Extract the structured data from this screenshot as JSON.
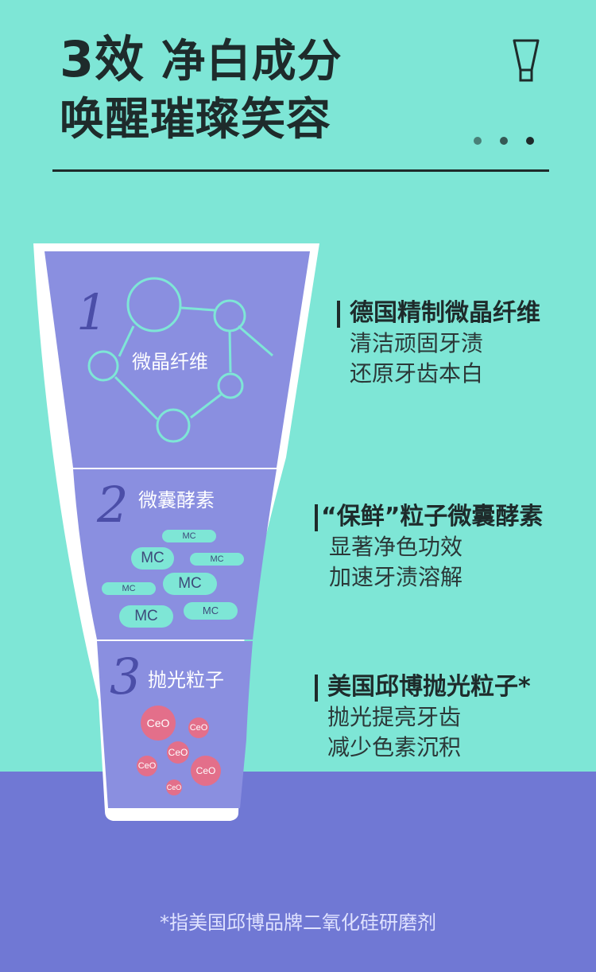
{
  "header": {
    "title_num": "3效",
    "title_line1_rest": " 净白成分",
    "title_line2": "唤醒璀璨笑容"
  },
  "icons": {
    "tube": "toothpaste-tube-icon",
    "dots": "three-dots-icon"
  },
  "colors": {
    "teal": "#7ee6d6",
    "purple": "#7078d4",
    "tube_fill": "#8a8fe0",
    "ceo_pink": "#e36f8a",
    "dark": "#1e2b2b"
  },
  "segments": [
    {
      "num": "1",
      "label": "微晶纤维"
    },
    {
      "num": "2",
      "label": "微囊酵素",
      "pills": [
        "MC",
        "MC",
        "MC",
        "MC",
        "MC",
        "MC",
        "MC"
      ]
    },
    {
      "num": "3",
      "label": "抛光粒子",
      "particles": [
        "CeO",
        "CeO",
        "CeO",
        "CeO",
        "CeO",
        "CeO"
      ]
    }
  ],
  "features": [
    {
      "heading": "德国精制微晶纤维",
      "line1": "清洁顽固牙渍",
      "line2": "还原牙齿本白"
    },
    {
      "heading": "“保鲜”粒子微囊酵素",
      "line1": "显著净色功效",
      "line2": "加速牙渍溶解"
    },
    {
      "heading": "美国邱博抛光粒子*",
      "line1": "抛光提亮牙齿",
      "line2": "减少色素沉积"
    }
  ],
  "footnote": "*指美国邱博品牌二氧化硅研磨剂"
}
